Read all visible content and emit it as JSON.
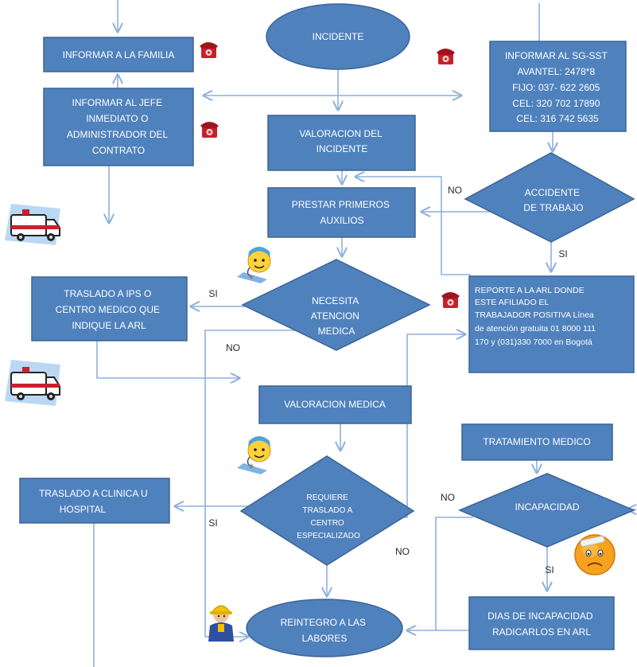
{
  "colors": {
    "shape_fill": "#4f81bd",
    "shape_stroke": "#3b6495",
    "connector": "#8fb1dc",
    "node_text": "#ffffff",
    "edge_label": "#2b2b2b"
  },
  "icons": {
    "phone": "phone-icon",
    "ambulance": "ambulance-icon",
    "doctor": "doctor-icon",
    "sad_face": "sad-face-icon",
    "worker": "worker-icon"
  },
  "nodes": {
    "informar_familia": {
      "lines": [
        "INFORMAR A LA FAMILIA"
      ]
    },
    "incidente": {
      "lines": [
        "INCIDENTE"
      ]
    },
    "informar_sgsst": {
      "lines": [
        "INFORMAR AL SG-SST",
        "AVANTEL: 2478*8",
        "FIJO: 037- 622 2605",
        "CEL: 320 702 17890",
        "CEL:  316 742 5635"
      ]
    },
    "informar_jefe": {
      "lines": [
        "INFORMAR AL JEFE",
        "INMEDIATO O",
        "ADMINISTRADOR DEL",
        "CONTRATO"
      ]
    },
    "valoracion_incidente": {
      "lines": [
        "VALORACION DEL",
        "INCIDENTE"
      ]
    },
    "accidente_trabajo": {
      "lines": [
        "ACCIDENTE",
        "DE TRABAJO"
      ]
    },
    "prestar_auxilios": {
      "lines": [
        "PRESTAR PRIMEROS",
        "AUXILIOS"
      ]
    },
    "necesita_atencion": {
      "lines": [
        "NECESITA",
        "ATENCION",
        "MEDICA"
      ]
    },
    "traslado_ips": {
      "lines": [
        "TRASLADO A IPS O",
        "CENTRO MEDICO QUE",
        "INDIQUE LA ARL"
      ]
    },
    "reporte_arl": {
      "lines": [
        "REPORTE A LA ARL DONDE",
        "ESTE AFILIADO EL",
        "TRABAJADOR POSITIVA  Línea",
        "de atención gratuita 01 8000 111",
        "170  y  (031)330 7000 en Bogotá"
      ]
    },
    "valoracion_medica": {
      "lines": [
        "VALORACION MEDICA"
      ]
    },
    "tratamiento_medico": {
      "lines": [
        "TRATAMIENTO MEDICO"
      ]
    },
    "requiere_traslado": {
      "lines": [
        "REQUIERE",
        "TRASLADO A",
        "CENTRO",
        "ESPECIALIZADO"
      ]
    },
    "traslado_clinica": {
      "lines": [
        "TRASLADO A CLINICA U",
        "HOSPITAL"
      ]
    },
    "incapacidad": {
      "lines": [
        "INCAPACIDAD"
      ]
    },
    "dias_incapacidad": {
      "lines": [
        "DIAS DE INCAPACIDAD",
        "RADICARLOS EN ARL"
      ]
    },
    "reintegro": {
      "lines": [
        "REINTEGRO A LAS",
        "LABORES"
      ]
    }
  },
  "edge_labels": {
    "accidente_no": "NO",
    "accidente_si": "SI",
    "atencion_si": "SI",
    "atencion_no": "NO",
    "incapacidad_no": "NO",
    "requiere_si": "SI",
    "requiere_no": "NO",
    "incapacidad_si": "SI"
  }
}
